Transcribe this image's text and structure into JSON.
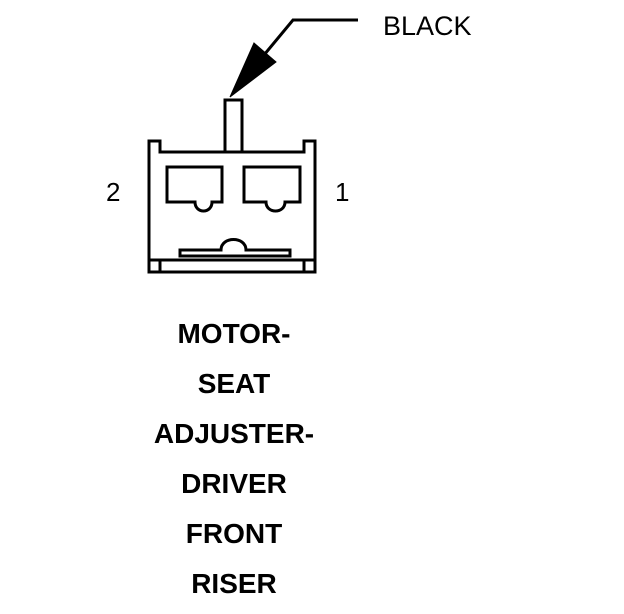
{
  "connector": {
    "wire_color_label": "BLACK",
    "pins": [
      {
        "id": "pin-2",
        "label": "2"
      },
      {
        "id": "pin-1",
        "label": "1"
      }
    ],
    "caption_lines": [
      "MOTOR-",
      "SEAT",
      "ADJUSTER-",
      "DRIVER",
      "FRONT",
      "RISER"
    ]
  }
}
